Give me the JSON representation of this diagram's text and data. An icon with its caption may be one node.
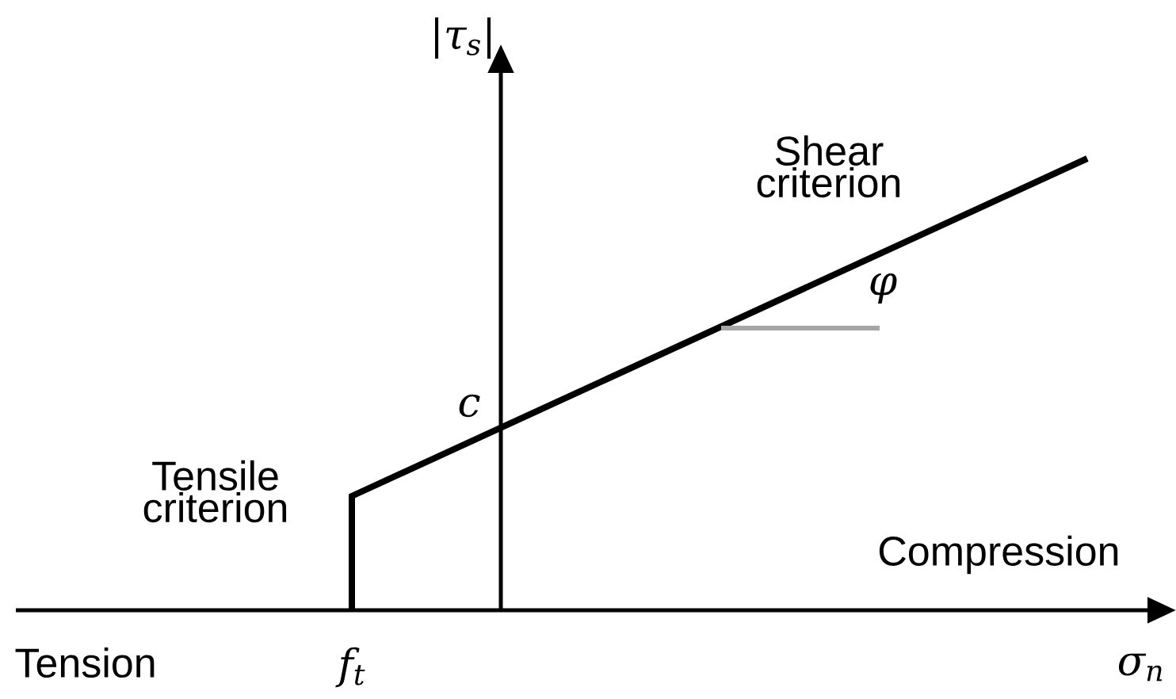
{
  "diagram": {
    "labels": [
      "|τ$_{s}$|",
      "Shear criterion",
      "φ",
      "c",
      "Tensile criterion",
      "Compression",
      "Tension",
      "f$_{t}$",
      "σ$_{n}$"
    ]
  }
}
